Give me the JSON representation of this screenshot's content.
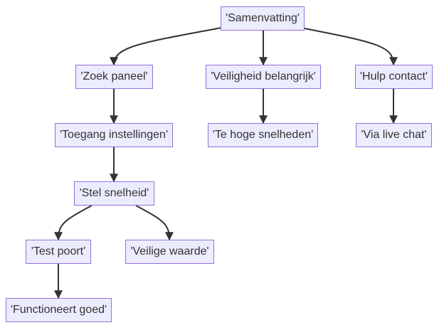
{
  "diagram": {
    "type": "flowchart",
    "direction": "top-down",
    "colors": {
      "node_fill": "#ececff",
      "node_border": "#9370db",
      "edge": "#333333",
      "text": "#333333"
    },
    "nodes": [
      {
        "id": "samenvatting",
        "label": "'Samenvatting'"
      },
      {
        "id": "zoek",
        "label": "'Zoek paneel'"
      },
      {
        "id": "veiligheid",
        "label": "'Veiligheid belangrijk'"
      },
      {
        "id": "hulp",
        "label": "'Hulp contact'"
      },
      {
        "id": "toegang",
        "label": "'Toegang instellingen'"
      },
      {
        "id": "tehoge",
        "label": "'Te hoge snelheden'"
      },
      {
        "id": "livechat",
        "label": "'Via live chat'"
      },
      {
        "id": "stel",
        "label": "'Stel snelheid'"
      },
      {
        "id": "test",
        "label": "'Test poort'"
      },
      {
        "id": "veilige",
        "label": "'Veilige waarde'"
      },
      {
        "id": "functioneert",
        "label": "'Functioneert goed'"
      }
    ],
    "edges": [
      {
        "from": "samenvatting",
        "to": "zoek"
      },
      {
        "from": "samenvatting",
        "to": "veiligheid"
      },
      {
        "from": "samenvatting",
        "to": "hulp"
      },
      {
        "from": "zoek",
        "to": "toegang"
      },
      {
        "from": "veiligheid",
        "to": "tehoge"
      },
      {
        "from": "hulp",
        "to": "livechat"
      },
      {
        "from": "toegang",
        "to": "stel"
      },
      {
        "from": "stel",
        "to": "test"
      },
      {
        "from": "stel",
        "to": "veilige"
      },
      {
        "from": "test",
        "to": "functioneert"
      }
    ]
  }
}
